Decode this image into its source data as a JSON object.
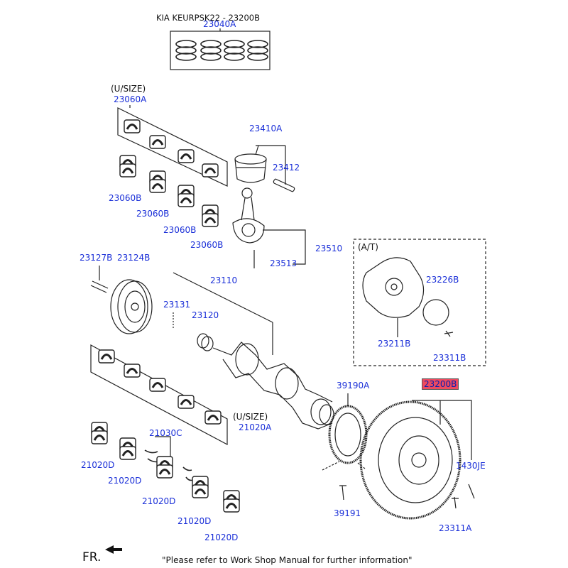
{
  "header": {
    "title": "KIA KEURPSK22 - 23200B"
  },
  "footer": {
    "note": "\"Please refer to Work Shop Manual for further information\"",
    "direction": "FR."
  },
  "annotations": {
    "usize_upper": "(U/SIZE)",
    "usize_lower": "(U/SIZE)",
    "at_box": "(A/T)"
  },
  "parts": {
    "p23040A": "23040A",
    "p23060A": "23060A",
    "p23060B_1": "23060B",
    "p23060B_2": "23060B",
    "p23060B_3": "23060B",
    "p23060B_4": "23060B",
    "p23410A": "23410A",
    "p23412": "23412",
    "p23510": "23510",
    "p23513": "23513",
    "p23127B": "23127B",
    "p23124B": "23124B",
    "p23110": "23110",
    "p23131": "23131",
    "p23120": "23120",
    "p23226B": "23226B",
    "p23211B": "23211B",
    "p23311B": "23311B",
    "p23200B": "23200B",
    "p39190A": "39190A",
    "p21020A": "21020A",
    "p21030C": "21030C",
    "p21020D_1": "21020D",
    "p21020D_2": "21020D",
    "p21020D_3": "21020D",
    "p21020D_4": "21020D",
    "p21020D_5": "21020D",
    "p1430JE": "1430JE",
    "p39191": "39191",
    "p23311A": "23311A"
  },
  "colors": {
    "part_number": "#1a2fd8",
    "highlight": "#ee4a5f",
    "line": "#222222"
  }
}
